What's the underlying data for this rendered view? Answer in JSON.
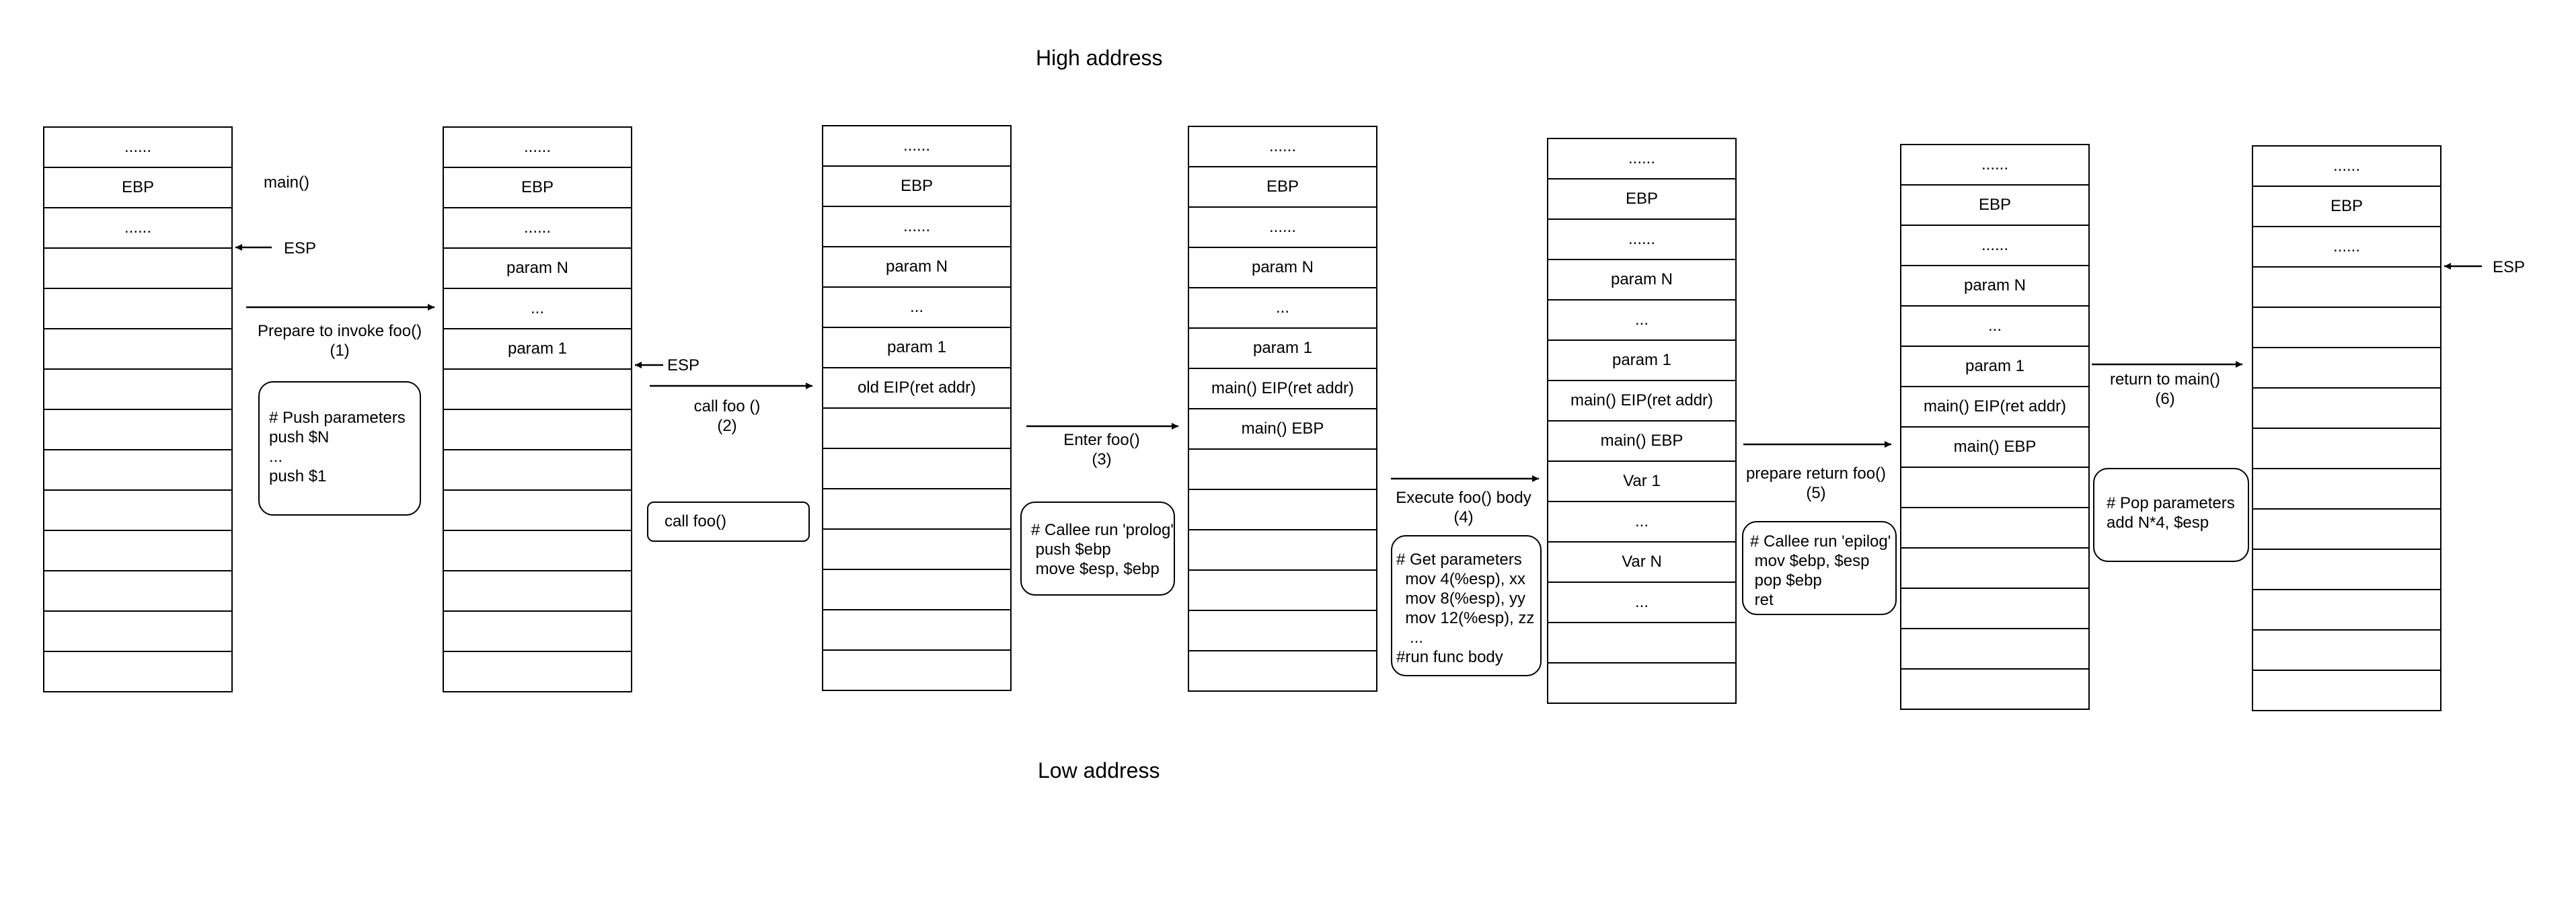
{
  "titles": {
    "high": "High address",
    "low": "Low address"
  },
  "main_label": "main()",
  "esp_label": "ESP",
  "stacks": [
    [
      "......",
      "EBP",
      "......",
      "",
      "",
      "",
      "",
      "",
      "",
      "",
      "",
      "",
      "",
      ""
    ],
    [
      "......",
      "EBP",
      "......",
      "param N",
      "...",
      "param 1",
      "",
      "",
      "",
      "",
      "",
      "",
      "",
      ""
    ],
    [
      "......",
      "EBP",
      "......",
      "param N",
      "...",
      "param 1",
      "old EIP(ret addr)",
      "",
      "",
      "",
      "",
      "",
      "",
      ""
    ],
    [
      "......",
      "EBP",
      "......",
      "param N",
      "...",
      "param 1",
      "main() EIP(ret addr)",
      "main() EBP",
      "",
      "",
      "",
      "",
      "",
      ""
    ],
    [
      "......",
      "EBP",
      "......",
      "param N",
      "...",
      "param 1",
      "main() EIP(ret addr)",
      "main() EBP",
      "Var 1",
      "...",
      "Var N",
      "...",
      "",
      ""
    ],
    [
      "......",
      "EBP",
      "......",
      "param N",
      "...",
      "param 1",
      "main() EIP(ret addr)",
      "main() EBP",
      "",
      "",
      "",
      "",
      "",
      ""
    ],
    [
      "......",
      "EBP",
      "......",
      "",
      "",
      "",
      "",
      "",
      "",
      "",
      "",
      "",
      "",
      ""
    ]
  ],
  "steps": [
    {
      "text": "Prepare to invoke foo()",
      "num": "(1)"
    },
    {
      "text": "call foo ()",
      "num": "(2)"
    },
    {
      "text": "Enter foo()",
      "num": "(3)"
    },
    {
      "text": "Execute foo() body",
      "num": "(4)"
    },
    {
      "text": "prepare return foo()",
      "num": "(5)"
    },
    {
      "text": "return to main()",
      "num": "(6)"
    }
  ],
  "notes": [
    [
      "# Push parameters",
      "push $N",
      "...",
      "push $1"
    ],
    [
      "call foo()"
    ],
    [
      "# Callee run 'prolog'",
      " push $ebp",
      " move $esp, $ebp"
    ],
    [
      "# Get parameters",
      "  mov 4(%esp), xx",
      "  mov 8(%esp), yy",
      "  mov 12(%esp), zz",
      "   ...",
      "#run func body"
    ],
    [
      "# Callee run 'epilog'",
      " mov $ebp, $esp",
      " pop $ebp",
      " ret"
    ],
    [
      "# Pop parameters",
      "add N*4, $esp"
    ]
  ]
}
